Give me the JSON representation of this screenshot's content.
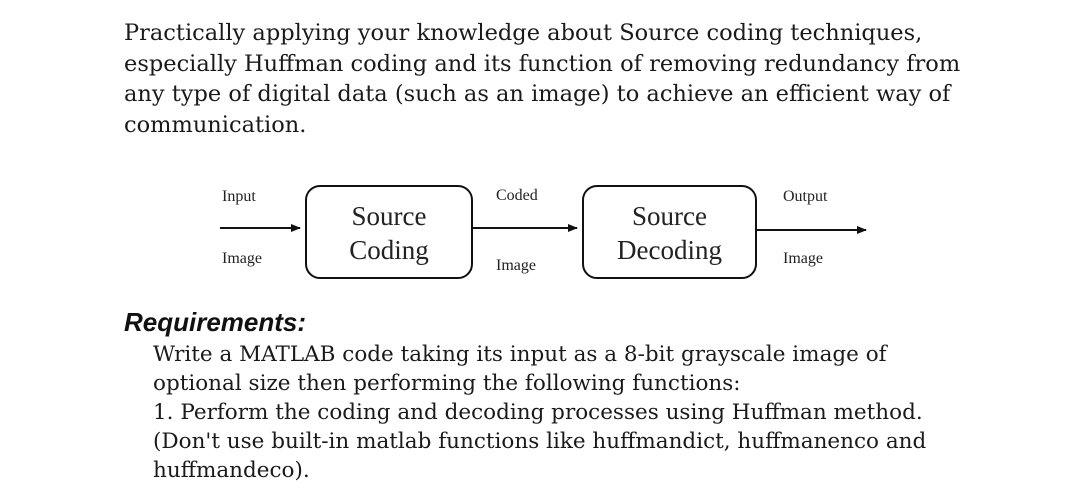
{
  "intro": {
    "lines": [
      "Practically applying your knowledge about Source coding techniques,",
      "especially Huffman coding and its function of removing redundancy from",
      "any type of digital data (such as an image) to achieve an efficient way of",
      "communication."
    ]
  },
  "diagram": {
    "input_top": "Input",
    "input_bottom": "Image",
    "coder_line1": "Source",
    "coder_line2": "Coding",
    "coded_top": "Coded",
    "coded_bottom": "Image",
    "decoder_line1": "Source",
    "decoder_line2": "Decoding",
    "output_top": "Output",
    "output_bottom": "Image"
  },
  "requirements": {
    "title": "Requirements:",
    "lines": [
      "Write a MATLAB code taking its input as a 8-bit grayscale image of",
      "optional size then performing the following functions:",
      "1. Perform the coding and decoding processes using Huffman method.",
      "(Don't use built-in matlab functions like huffmandict, huffmanenco and",
      "huffmandeco)."
    ]
  }
}
